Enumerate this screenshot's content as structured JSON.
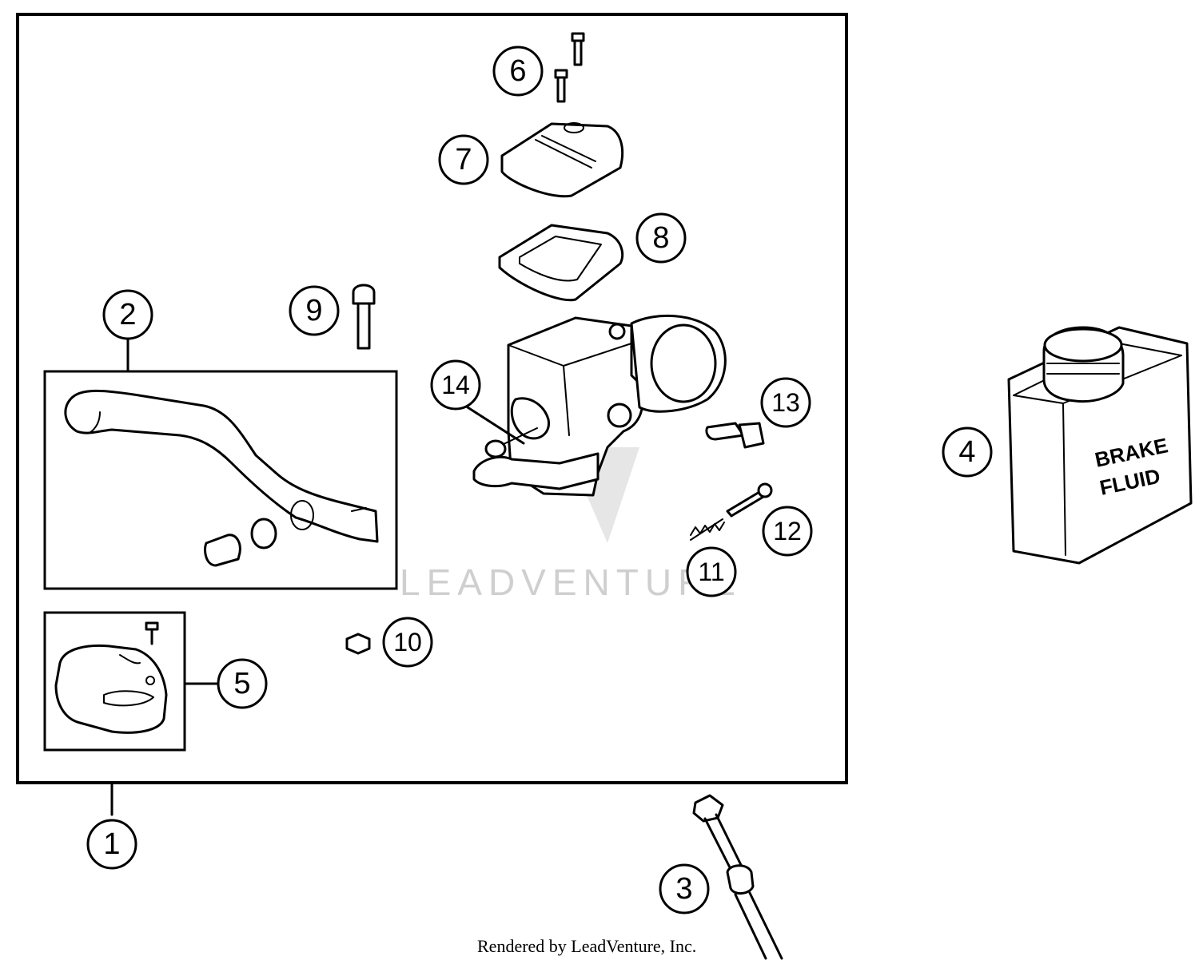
{
  "callouts": {
    "c1": "1",
    "c2": "2",
    "c3": "3",
    "c4": "4",
    "c5": "5",
    "c6": "6",
    "c7": "7",
    "c8": "8",
    "c9": "9",
    "c10": "10",
    "c11": "11",
    "c12": "12",
    "c13": "13",
    "c14": "14"
  },
  "container_label": {
    "line1": "BRAKE",
    "line2": "FLUID"
  },
  "watermark": "LEADVENTURE",
  "credit": "Rendered by LeadVenture, Inc."
}
